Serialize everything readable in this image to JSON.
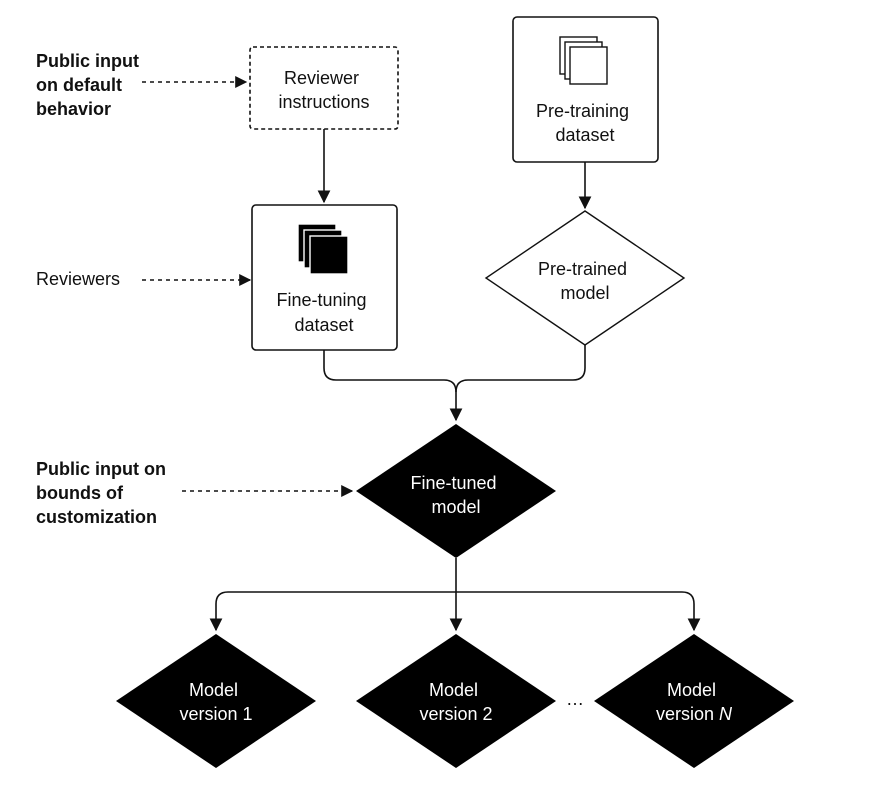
{
  "inputs": {
    "public_default": [
      "Public input",
      "on default",
      "behavior"
    ],
    "reviewers": "Reviewers",
    "public_bounds": [
      "Public input on",
      "bounds of",
      "customization"
    ]
  },
  "nodes": {
    "reviewer_instructions": [
      "Reviewer",
      "instructions"
    ],
    "pretraining_dataset": [
      "Pre-training",
      "dataset"
    ],
    "finetuning_dataset": [
      "Fine-tuning",
      "dataset"
    ],
    "pretrained_model": [
      "Pre-trained",
      "model"
    ],
    "finetuned_model": [
      "Fine-tuned",
      "model"
    ],
    "model_version_1": [
      "Model",
      "version 1"
    ],
    "model_version_2": [
      "Model",
      "version 2"
    ],
    "model_version_n": [
      "Model",
      "version ",
      "N"
    ]
  },
  "ellipsis": "…"
}
